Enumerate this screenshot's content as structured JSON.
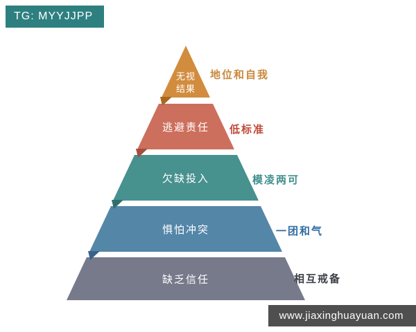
{
  "tg_badge": {
    "text": "TG: MYYJJPP",
    "bg": "#2e7f80"
  },
  "watermark": {
    "text": "www.jiaxinghuayuan.com",
    "bg": "#4f4f4f"
  },
  "pyramid": {
    "layers": [
      {
        "label": "无视结果",
        "display": "无视\n结果",
        "side_label": "地位和自我",
        "color": "#d28c3e",
        "fold_color": "#a8681f",
        "side_color": "#c9883b"
      },
      {
        "label": "逃避责任",
        "side_label": "低标准",
        "color": "#cd6f5d",
        "fold_color": "#a44f3e",
        "side_color": "#c04a38"
      },
      {
        "label": "欠缺投入",
        "side_label": "模凌两可",
        "color": "#47918f",
        "fold_color": "#2e6f6d",
        "side_color": "#3f8f8d"
      },
      {
        "label": "惧怕冲突",
        "side_label": "一团和气",
        "color": "#5486a8",
        "fold_color": "#39638a",
        "side_color": "#2f6ca0"
      },
      {
        "label": "缺乏信任",
        "side_label": "相互戒备",
        "color": "#767a8b",
        "fold_color": "#555862",
        "side_color": "#3c3f47"
      }
    ]
  }
}
